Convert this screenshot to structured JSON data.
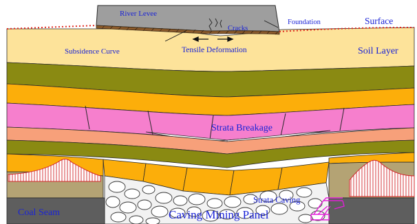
{
  "labels": {
    "river_levee": "River Levee",
    "foundation": "Foundation",
    "surface": "Surface",
    "cracks": "Cracks",
    "subsidence_curve": "Subsidence Curve",
    "tensile_deformation": "Tensile Deformation",
    "soil_layer": "Soil Layer",
    "strata_breakage": "Strata Breakage",
    "strata_caving": "Strata Caving",
    "coal_seam": "Coal Seam",
    "caving_mining_panel": "Caving Mining Panel"
  },
  "colors": {
    "label_text": "#1a23d6",
    "surface_dotted_line": "#e0281e",
    "soil": "#fde39a",
    "olive": "#8a8a12",
    "orange": "#fcae0a",
    "pink": "#f67fcd",
    "salmon": "#f7a07a",
    "khaki": "#b4a374",
    "coal": "#5e5e5e",
    "levee": "#9e9e9e",
    "stress_hatch": "#d2252a",
    "support_magenta": "#e31ed8"
  }
}
